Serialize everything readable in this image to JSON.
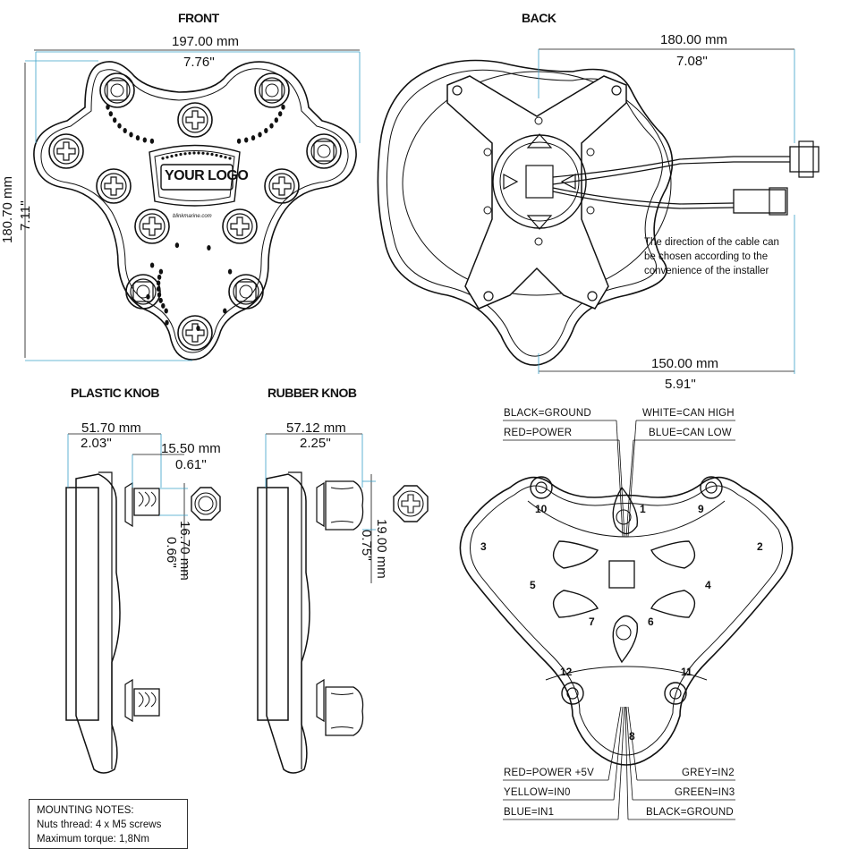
{
  "views": {
    "front_title": "FRONT",
    "back_title": "BACK",
    "plastic_title": "PLASTIC KNOB",
    "rubber_title": "RUBBER KNOB"
  },
  "front": {
    "width_mm": "197.00 mm",
    "width_in": "7.76''",
    "height_mm": "180.70 mm",
    "height_in": "7.11''",
    "logo_text": "YOUR LOGO",
    "brand_url": "blinkmarine.com"
  },
  "back": {
    "width_mm": "180.00 mm",
    "width_in": "7.08''",
    "bottom_mm": "150.00 mm",
    "bottom_in": "5.91''",
    "cable_note": [
      "The direction of the cable can",
      "be chosen according to the",
      "convenience of the installer"
    ]
  },
  "plastic_knob": {
    "depth_mm": "51.70 mm",
    "depth_in": "2.03''",
    "knob_len_mm": "15.50 mm",
    "knob_len_in": "0.61''",
    "knob_dia_mm": "16.70 mm",
    "knob_dia_in": "0.66''"
  },
  "rubber_knob": {
    "depth_mm": "57.12 mm",
    "depth_in": "2.25''",
    "knob_dia_mm": "19.00 mm",
    "knob_dia_in": "0.75''"
  },
  "wiring": {
    "top_left": [
      "BLACK=GROUND",
      "RED=POWER"
    ],
    "top_right": [
      "WHITE=CAN HIGH",
      "BLUE=CAN LOW"
    ],
    "bottom_left": [
      "RED=POWER +5V",
      "YELLOW=IN0",
      "BLUE=IN1"
    ],
    "bottom_right": [
      "GREY=IN2",
      "GREEN=IN3",
      "BLACK=GROUND"
    ],
    "pins": [
      "1",
      "2",
      "3",
      "4",
      "5",
      "6",
      "7",
      "8",
      "9",
      "10",
      "11",
      "12"
    ]
  },
  "mounting_notes": {
    "title": "MOUNTING NOTES:",
    "line1": "Nuts thread: 4 x M5 screws",
    "line2": "Maximum torque: 1,8Nm"
  }
}
